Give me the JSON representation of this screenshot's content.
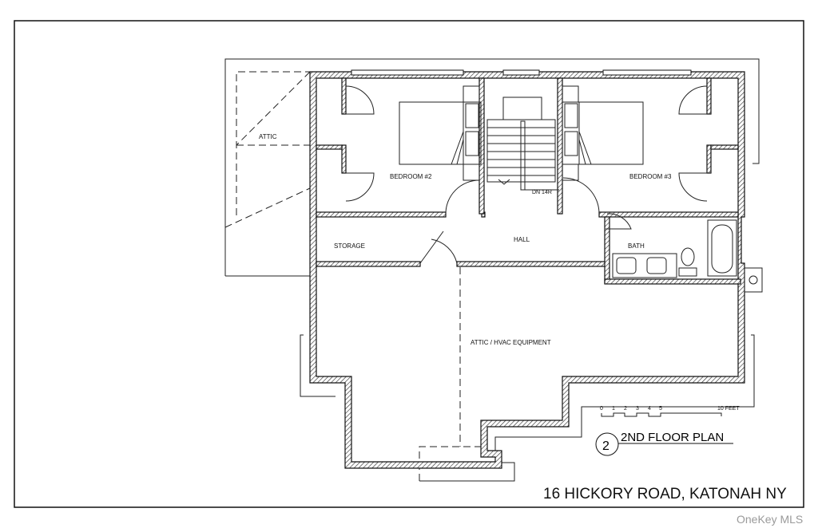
{
  "rooms": {
    "attic": "ATTIC",
    "bedroom2": "BEDROOM #2",
    "bedroom3": "BEDROOM #3",
    "hall": "HALL",
    "storage": "STORAGE",
    "bath": "BATH",
    "attic_hvac": "ATTIC / HVAC EQUIPMENT",
    "stair_note": "DN 14R"
  },
  "scale": {
    "ticks": [
      "0",
      "1",
      "2",
      "3",
      "4",
      "5",
      "10 FEET"
    ]
  },
  "plan_label": {
    "number": "2",
    "title": "2ND FLOOR PLAN"
  },
  "address": "16 HICKORY ROAD, KATONAH NY",
  "watermark": "OneKey MLS"
}
